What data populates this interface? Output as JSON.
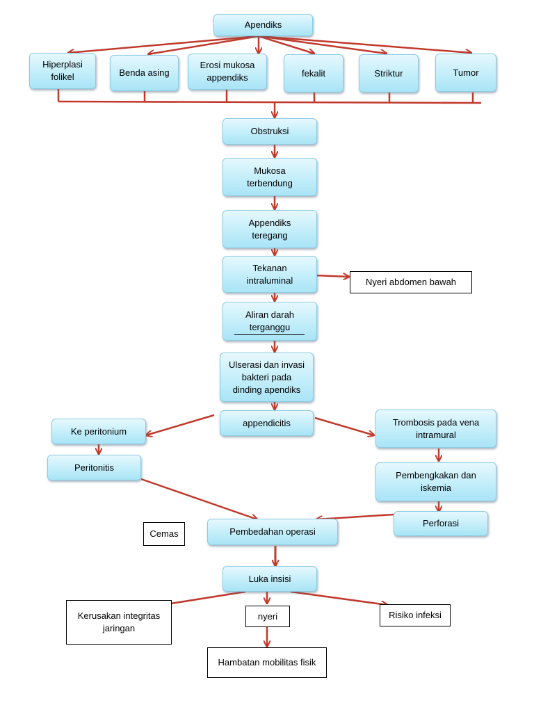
{
  "colors": {
    "arrow": "#c0392b",
    "node_fill": "#c3eefa",
    "node_border": "#8ccce3"
  },
  "nodes": {
    "apendiks": "Apendiks",
    "hiperplasi": "Hiperplasi\nfolikel",
    "benda_asing": "Benda asing",
    "erosi": "Erosi mukosa\nappendiks",
    "fekalit": "fekalit",
    "striktur": "Striktur",
    "tumor": "Tumor",
    "obstruksi": "Obstruksi",
    "mukosa": "Mukosa\nterbendung",
    "teregang": "Appendiks\nteregang",
    "tekanan": "Tekanan\nintraluminal",
    "nyeri_abdomen": "Nyeri abdomen bawah",
    "aliran": "Aliran darah\nterganggu",
    "ulserasi": "Ulserasi dan invasi\nbakteri pada\ndinding apendiks",
    "appendicitis": "appendicitis",
    "ke_peritonium": "Ke peritonium",
    "peritonitis": "Peritonitis",
    "trombosis": "Trombosis pada vena\nintramural",
    "pembengkakan": "Pembengkakan dan\niskemia",
    "perforasi": "Perforasi",
    "cemas": "Cemas",
    "pembedahan": "Pembedahan operasi",
    "luka": "Luka insisi",
    "kerusakan": "Kerusakan integritas\njaringan",
    "nyeri": "nyeri",
    "risiko": "Risiko infeksi",
    "hambatan": "Hambatan mobilitas fisik"
  }
}
